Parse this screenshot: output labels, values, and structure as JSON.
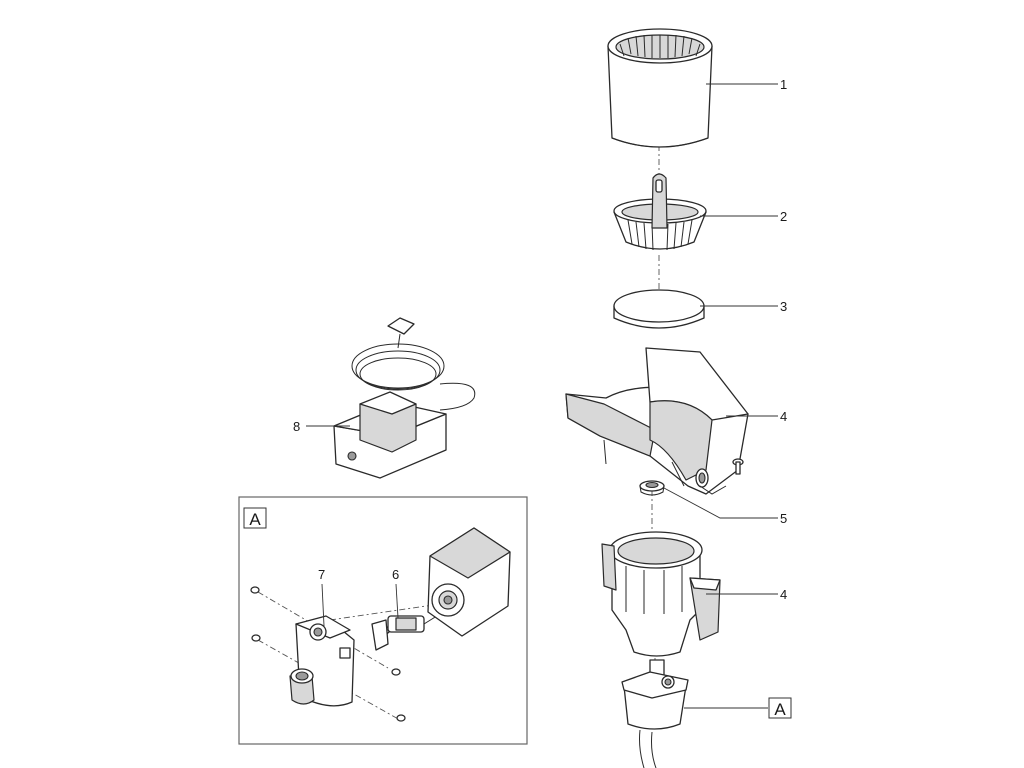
{
  "callouts": {
    "p1": "1",
    "p2": "2",
    "p3": "3",
    "p4a": "4",
    "p5": "5",
    "p4b": "4",
    "pA": "A",
    "p8": "8",
    "p7": "7",
    "p6": "6"
  },
  "inset": {
    "label": "A"
  }
}
